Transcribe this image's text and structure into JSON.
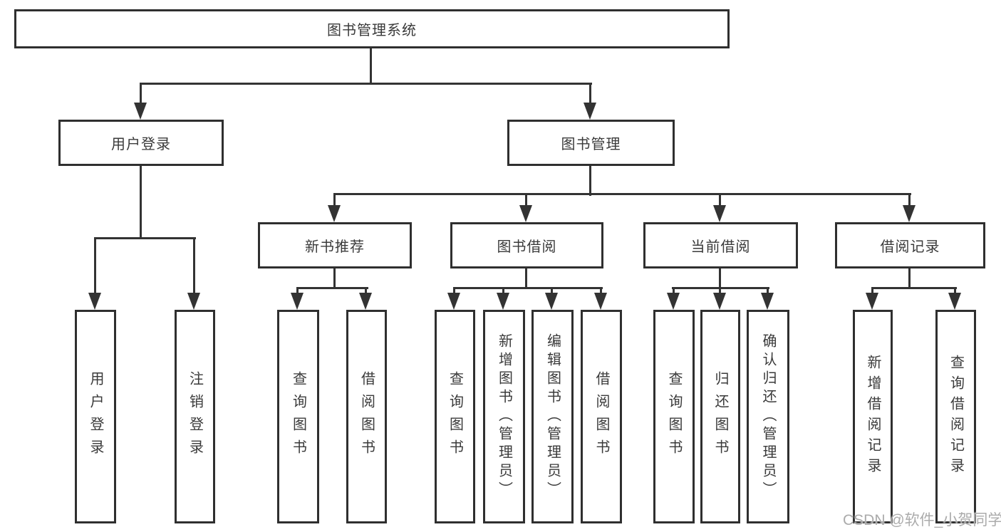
{
  "colors": {
    "line": "#333333",
    "box_border": "#2f2f2f",
    "text": "#3a3a3a",
    "watermark": "#ababab",
    "background": "#ffffff"
  },
  "tree": {
    "root": "图书管理系统",
    "branches": [
      {
        "label": "用户登录",
        "children": [
          "用户登录",
          "注销登录"
        ]
      },
      {
        "label": "图书管理",
        "groups": [
          {
            "label": "新书推荐",
            "children": [
              "查询图书",
              "借阅图书"
            ]
          },
          {
            "label": "图书借阅",
            "children": [
              "查询图书",
              "新增图书（管理员）",
              "编辑图书（管理员）",
              "借阅图书"
            ]
          },
          {
            "label": "当前借阅",
            "children": [
              "查询图书",
              "归还图书",
              "确认归还（管理员）"
            ]
          },
          {
            "label": "借阅记录",
            "children": [
              "新增借阅记录",
              "查询借阅记录"
            ]
          }
        ]
      }
    ]
  },
  "watermark": "CSDN @软件_小贺同学"
}
